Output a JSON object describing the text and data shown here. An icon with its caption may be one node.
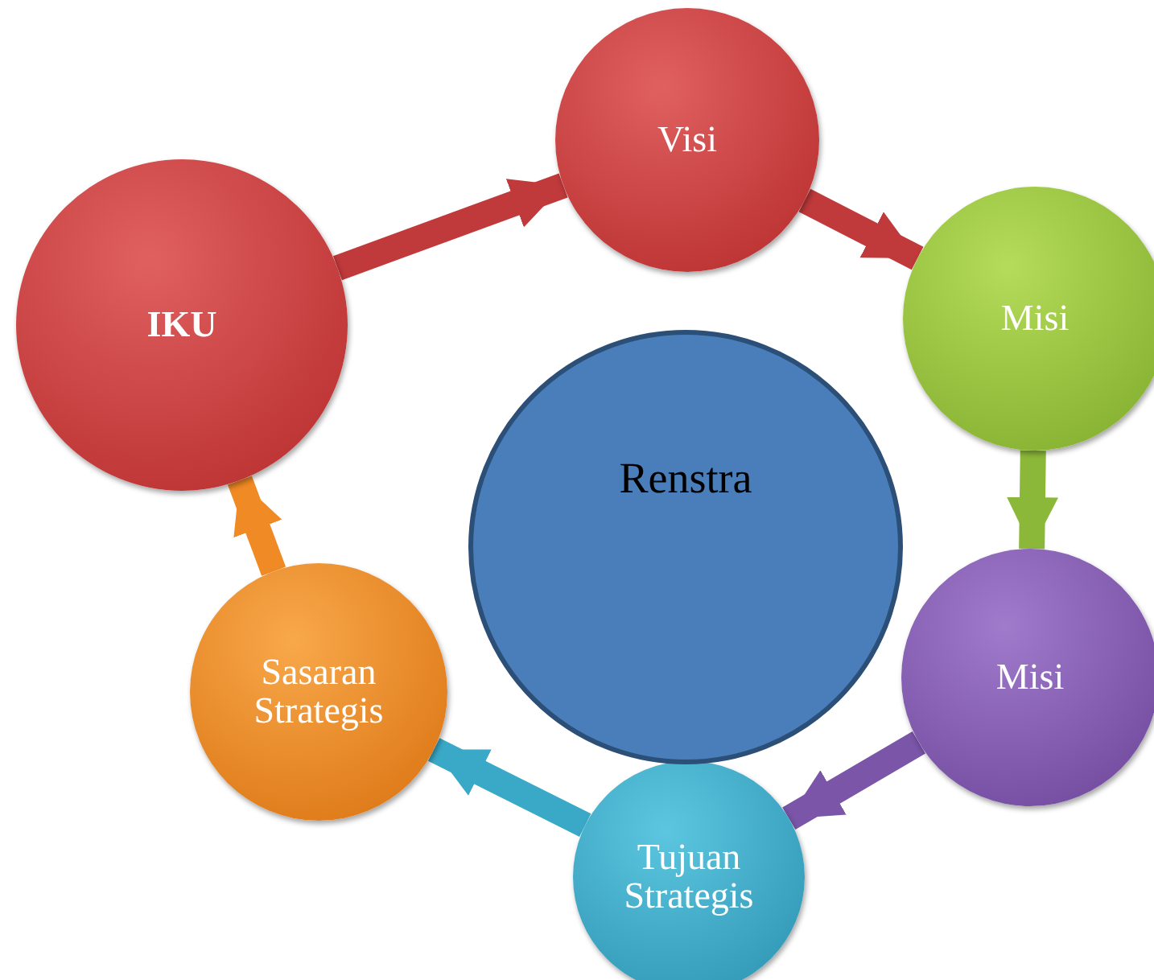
{
  "diagram": {
    "nodes": [
      {
        "text": [
          "IKU"
        ]
      },
      {
        "text": [
          "Visi"
        ]
      },
      {
        "text": [
          "Misi"
        ]
      },
      {
        "text": [
          "Misi"
        ]
      },
      {
        "text": [
          "Tujuan Strategis"
        ]
      },
      {
        "text": [
          "Sasaran Strategis"
        ]
      },
      {
        "text": [
          "Renstra"
        ]
      }
    ],
    "edges": [
      {
        "from": 0,
        "to": 1,
        "arrow": "to"
      },
      {
        "from": 1,
        "to": 2,
        "arrow": "to"
      },
      {
        "from": 2,
        "to": 3,
        "arrow": "to",
        "color": "#8cb83a"
      },
      {
        "from": 3,
        "to": 4,
        "arrow": "to",
        "color": "#7a55a8"
      },
      {
        "from": 4,
        "to": 5,
        "arrow": "to",
        "color": "#3aa9c8"
      },
      {
        "from": 5,
        "to": 0,
        "arrow": "to",
        "color": "#f08a24"
      }
    ]
  }
}
